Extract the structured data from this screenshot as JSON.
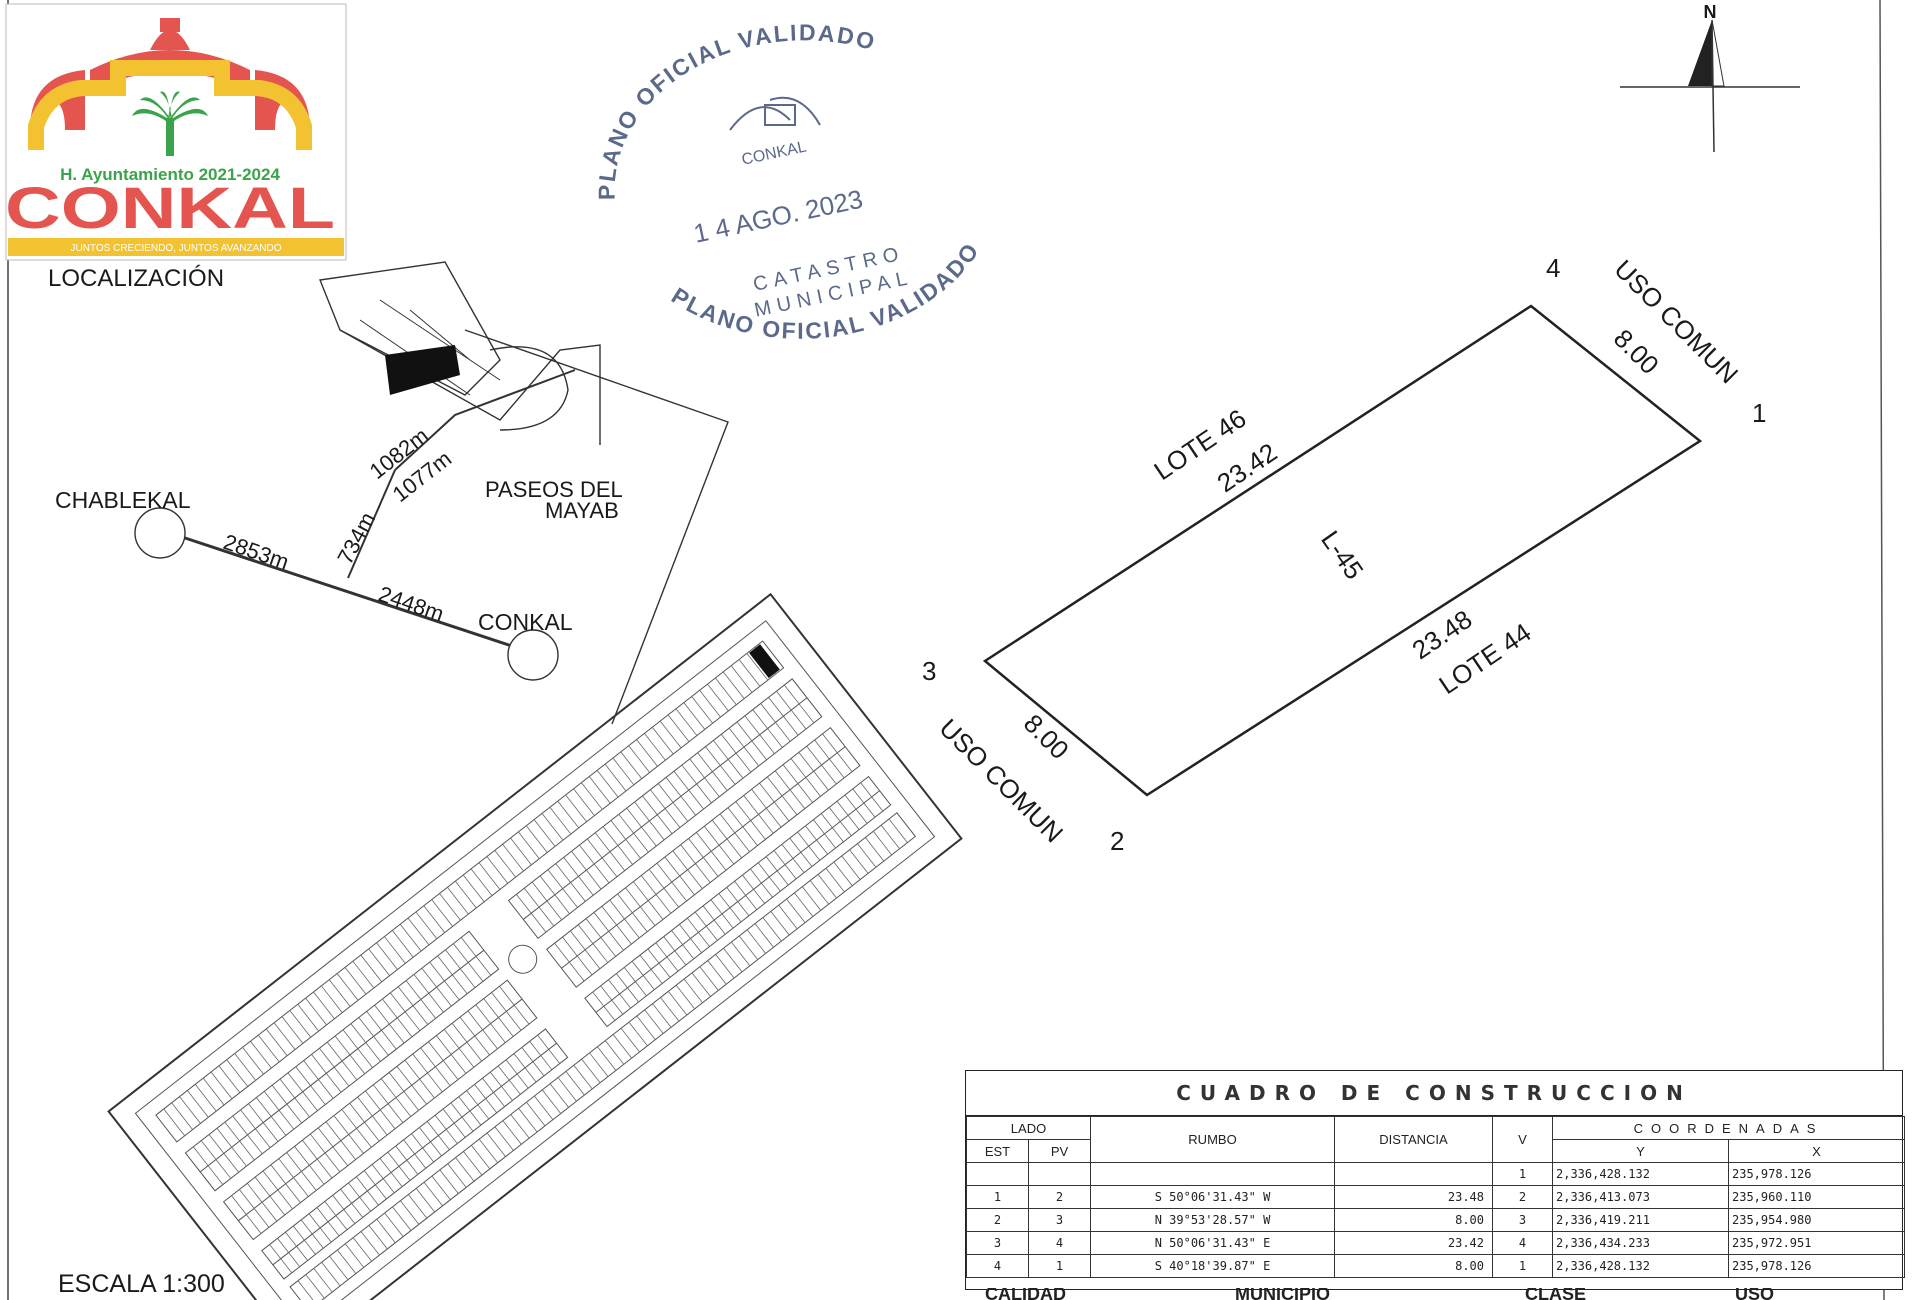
{
  "header": {
    "council": "H. Ayuntamiento 2021-2024",
    "municipality": "CONKAL",
    "slogan": "JUNTOS CRECIENDO, JUNTOS AVANZANDO"
  },
  "location": {
    "title": "LOCALIZACIÓN",
    "places": {
      "chablekal": "CHABLEKAL",
      "conkal": "CONKAL",
      "paseos1": "PASEOS DEL",
      "paseos2": "MAYAB"
    },
    "distances": [
      "1082m",
      "1077m",
      "734m",
      "2853m",
      "2448m"
    ]
  },
  "stamp": {
    "top": "PLANO OFICIAL VALIDADO",
    "bottom": "PLANO OFICIAL VALIDADO",
    "date": "1 4 AGO. 2023",
    "office1": "CATASTRO",
    "office2": "MUNICIPAL",
    "logo_text": "CONKAL"
  },
  "north": "N",
  "lot": {
    "name": "L-45",
    "north_neighbor": "LOTE 46",
    "north_length": "23.42",
    "south_neighbor": "LOTE 44",
    "south_length": "23.48",
    "east_neighbor": "USO COMUN",
    "east_length": "8.00",
    "west_neighbor": "USO COMUN",
    "west_length": "8.00",
    "vertices": [
      "1",
      "2",
      "3",
      "4"
    ]
  },
  "scale": "ESCALA 1:300",
  "construction_table": {
    "title": "CUADRO DE CONSTRUCCION",
    "headers": {
      "lado": "LADO",
      "est": "EST",
      "pv": "PV",
      "rumbo": "RUMBO",
      "distancia": "DISTANCIA",
      "v": "V",
      "coordenadas": "COORDENADAS",
      "y": "Y",
      "x": "X"
    },
    "start_vertex": {
      "v": "1",
      "y": "2,336,428.132",
      "x": "235,978.126"
    },
    "rows": [
      {
        "est": "1",
        "pv": "2",
        "rumbo": "S  50°06'31.43\"  W",
        "distancia": "23.48",
        "v": "2",
        "y": "2,336,413.073",
        "x": "235,960.110"
      },
      {
        "est": "2",
        "pv": "3",
        "rumbo": "N  39°53'28.57\"  W",
        "distancia": "8.00",
        "v": "3",
        "y": "2,336,419.211",
        "x": "235,954.980"
      },
      {
        "est": "3",
        "pv": "4",
        "rumbo": "N  50°06'31.43\"  E",
        "distancia": "23.42",
        "v": "4",
        "y": "2,336,434.233",
        "x": "235,972.951"
      },
      {
        "est": "4",
        "pv": "1",
        "rumbo": "S  40°18'39.87\"  E",
        "distancia": "8.00",
        "v": "1",
        "y": "2,336,428.132",
        "x": "235,978.126"
      }
    ]
  },
  "footer": [
    "CALIDAD",
    "MUNICIPIO",
    "CLASE",
    "USO"
  ],
  "colors": {
    "brand_red": "#e4554f",
    "brand_yellow": "#f2c230",
    "brand_green": "#3ba34a",
    "stamp": "#5b6a8a"
  }
}
